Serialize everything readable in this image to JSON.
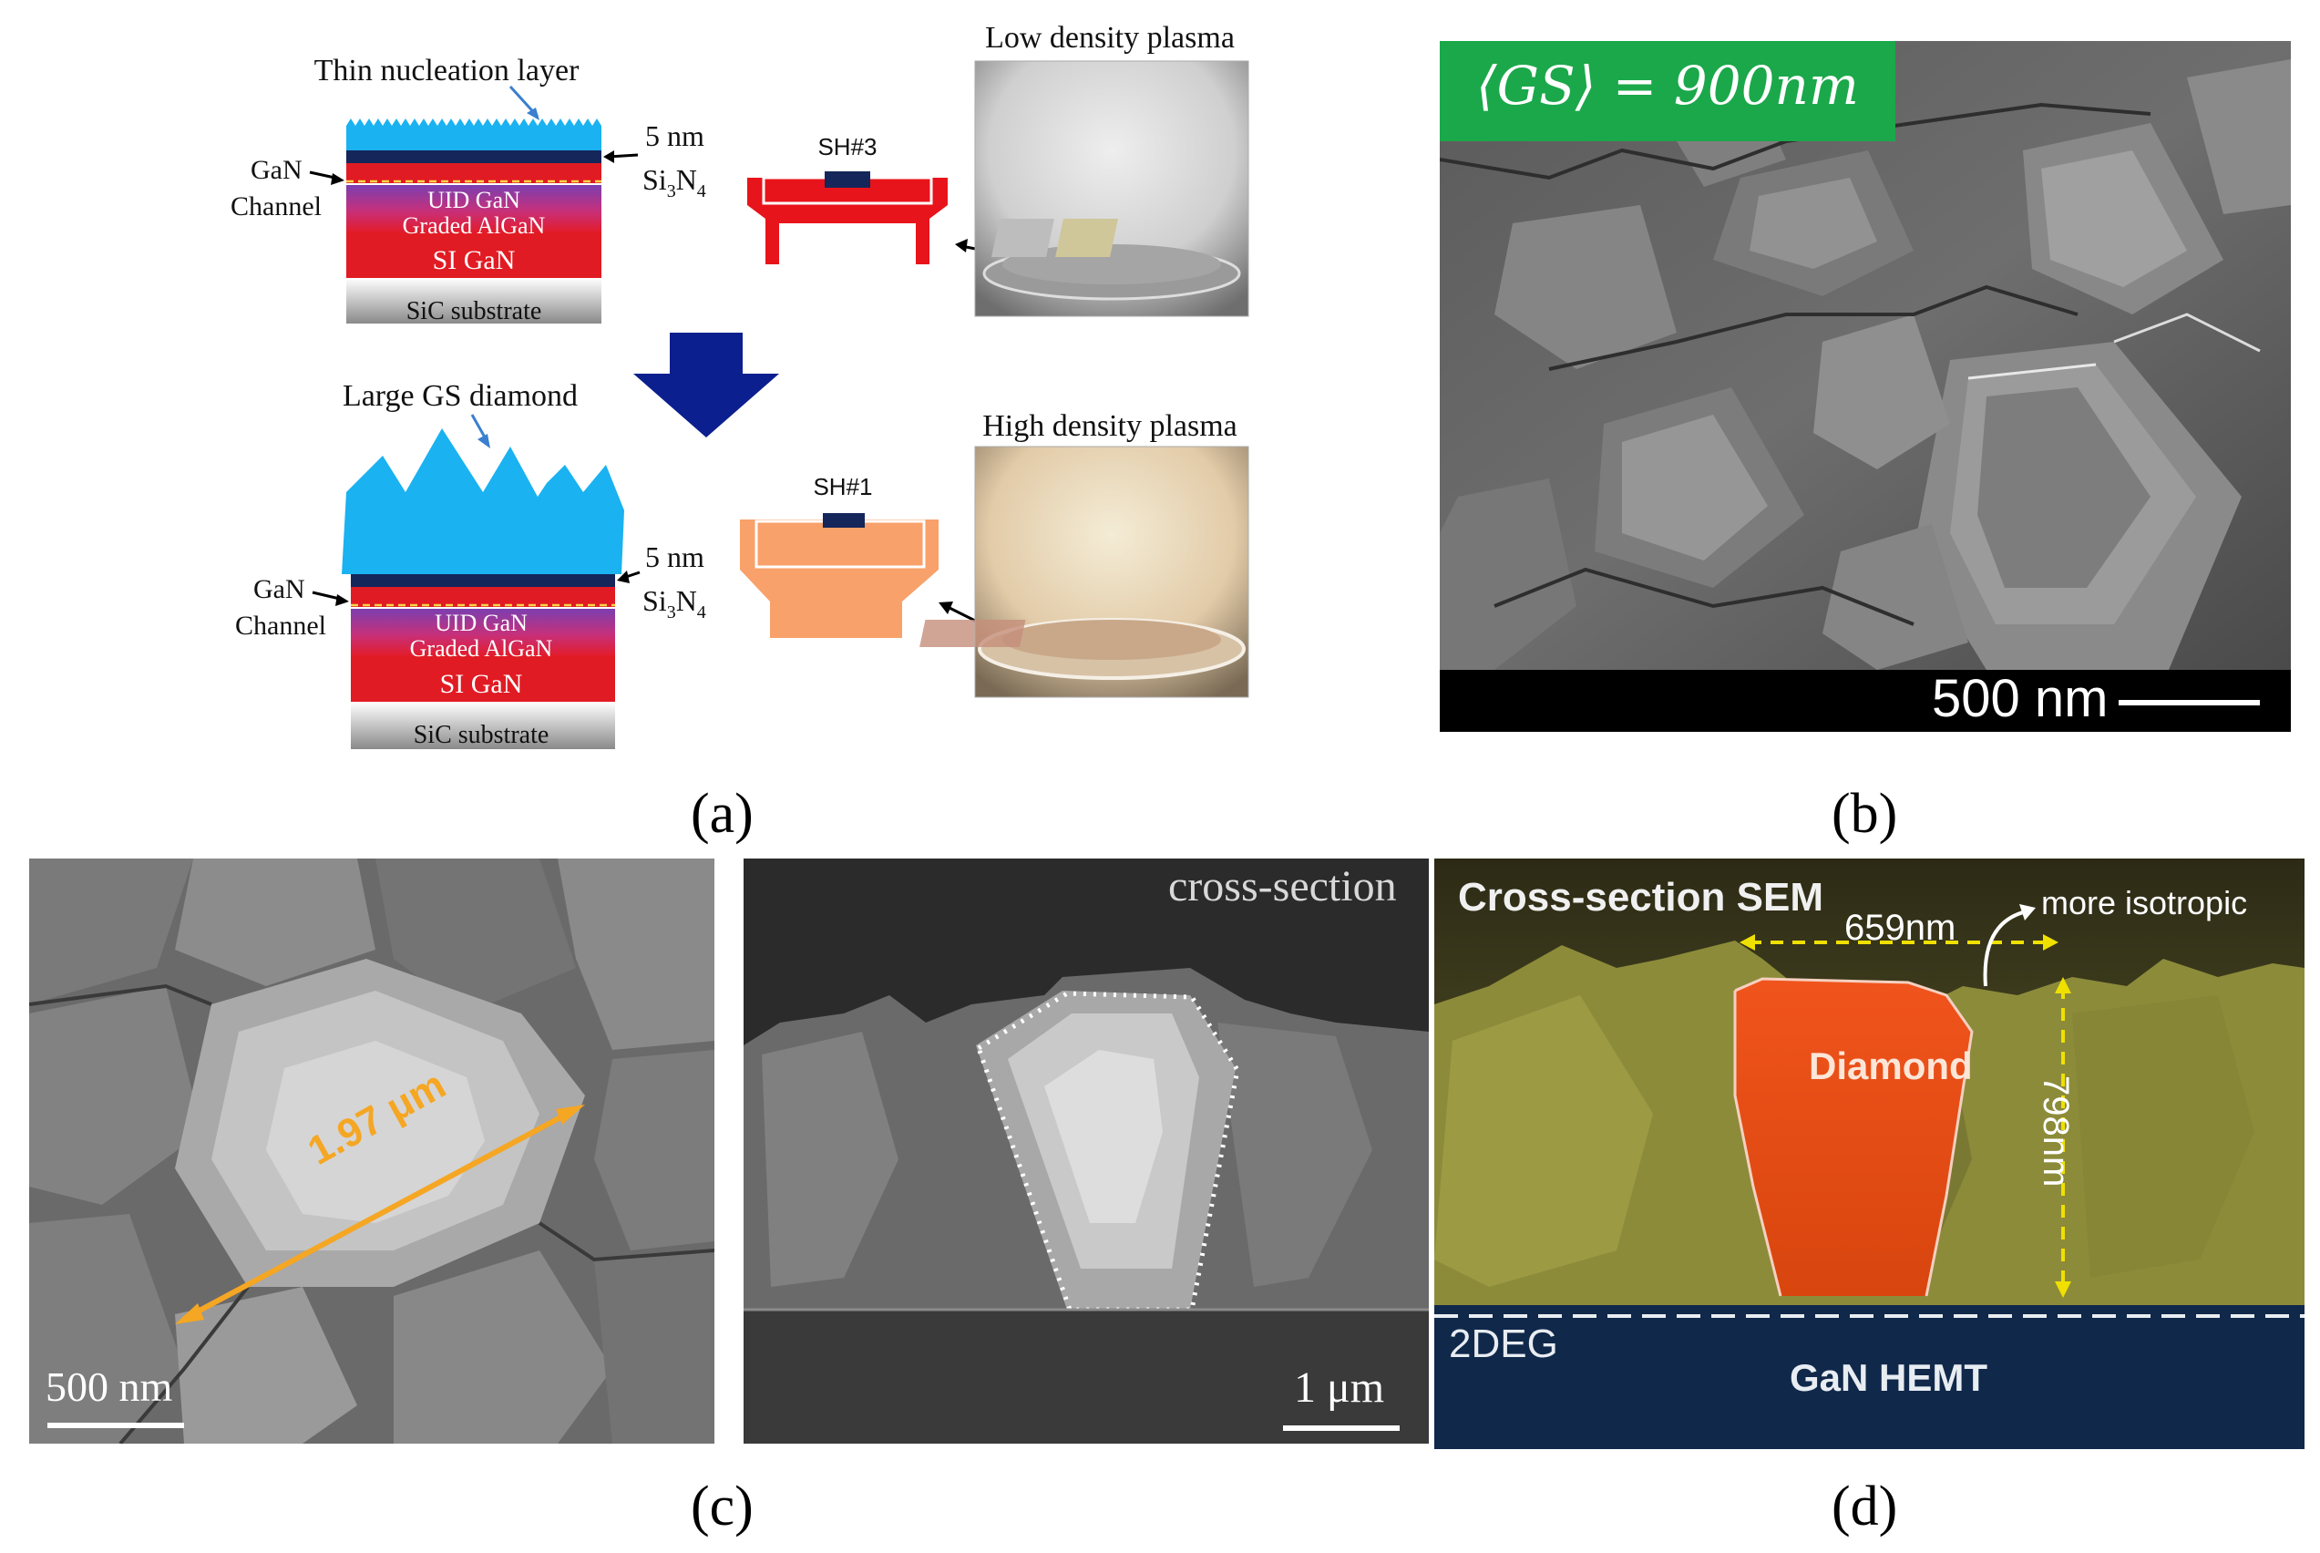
{
  "panel_a": {
    "top_stack": {
      "nucleation_label": "Thin nucleation layer",
      "si3n4_thickness": "5 nm",
      "si3n4_base": "Si",
      "si3n4_sub3": "3",
      "si3n4_n": "N",
      "si3n4_sub4": "4",
      "gan_label": "GaN",
      "channel_label": "Channel",
      "uid_gan": "UID GaN",
      "graded_algan": "Graded AlGaN",
      "si_gan": "SI GaN",
      "sic_substrate": "SiC substrate"
    },
    "bottom_stack": {
      "diamond_label": "Large GS diamond",
      "si3n4_thickness": "5 nm",
      "si3n4_base": "Si",
      "si3n4_sub3": "3",
      "si3n4_n": "N",
      "si3n4_sub4": "4",
      "gan_label": "GaN",
      "channel_label": "Channel",
      "uid_gan": "UID GaN",
      "graded_algan": "Graded AlGaN",
      "si_gan": "SI GaN",
      "sic_substrate": "SiC substrate"
    },
    "holder_top_label": "SH#3",
    "holder_bottom_label": "SH#1",
    "plasma_low_label": "Low density plasma",
    "plasma_high_label": "High density plasma",
    "caption": "(a)"
  },
  "panel_b": {
    "gs_label": "⟨GS⟩ = 900nm",
    "scale_label": "500 nm",
    "caption": "(b)"
  },
  "panel_c": {
    "measure_label": "1.97 μm",
    "scale_label": "500 nm",
    "cross_section_label": "cross-section",
    "cross_scale_label": "1 μm",
    "caption": "(c)"
  },
  "panel_d": {
    "title": "Cross-section SEM",
    "width_label": "659nm",
    "isotropic_label": "more isotropic",
    "diamond_label": "Diamond",
    "height_label": "798nm",
    "deg_label": "2DEG",
    "hemt_label": "GaN HEMT",
    "caption": "(d)"
  },
  "colors": {
    "diamond_blue": "#1ab2f0",
    "si3n4_navy": "#14265a",
    "red_layer": "#e11b23",
    "purple_layer": "#8d3fa0",
    "arrow_navy": "#0c1f8e",
    "holder_red": "#e8141b",
    "holder_orange": "#f8a16a",
    "gs_green": "#1ba84a",
    "measure_orange": "#f5a623",
    "diamond_orange": "#f0541c",
    "hemt_navy": "#10284a",
    "dim_yellow": "#f0e000"
  }
}
